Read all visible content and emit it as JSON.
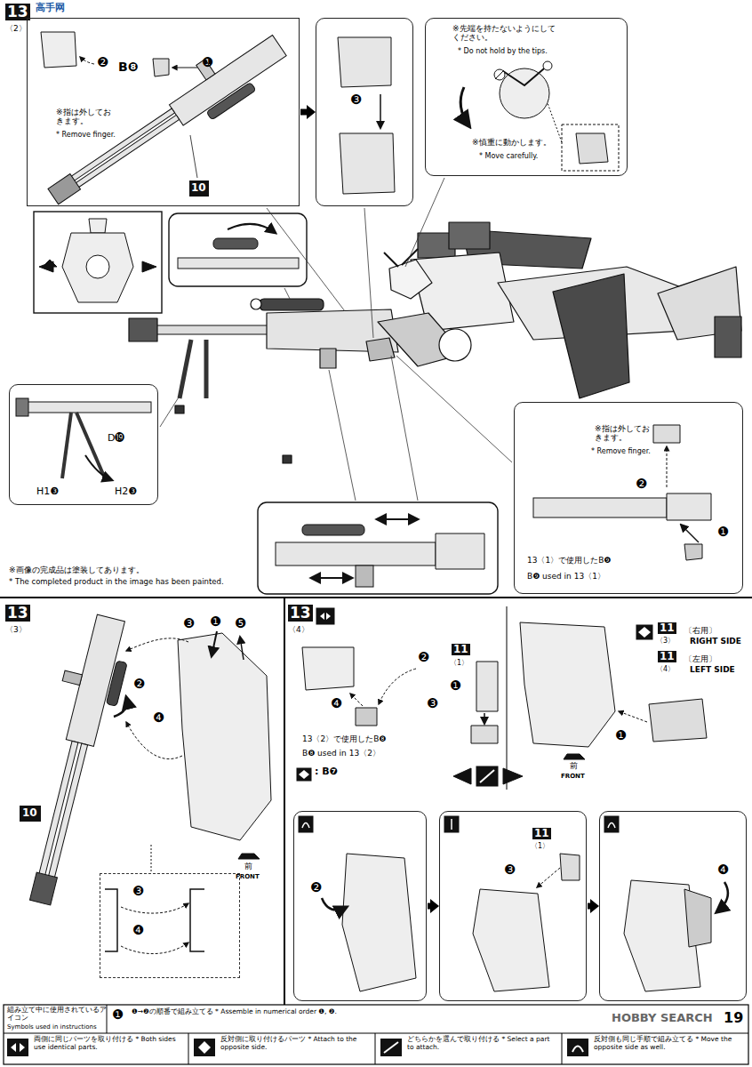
{
  "diagram": {
    "nodes": [
      {
        "text": [
          "13",
          "〈2〉"
        ]
      },
      {
        "text": [
          "❷",
          "B❽",
          "❶",
          "※指は外しておきます。",
          "* Remove finger."
        ]
      },
      {
        "text": [
          "10"
        ],
        "in": 1
      },
      {
        "text": [
          "❸"
        ]
      },
      {
        "text": [
          "※先端を持たないようにしてください。",
          "* Do not hold by the tips.",
          "※慎重に動かします。",
          "* Move carefully."
        ]
      },
      {
        "text": [
          "D⓳",
          "H1❸",
          "H2❸"
        ]
      },
      {
        "text": [
          "※指は外しておきます。",
          "* Remove finger.",
          "❷",
          "❶",
          "13〈1〉で使用したB❾",
          "B❾ used in 13〈1〉"
        ]
      },
      {
        "text": [
          "13",
          "〈3〉"
        ]
      },
      {
        "text": [
          "10"
        ]
      },
      {
        "text": [
          "❸",
          "❹"
        ]
      },
      {
        "text": [
          "前",
          "FRONT"
        ]
      },
      {
        "text": [
          "13",
          "〈4〉"
        ]
      },
      {
        "text": [
          "❷",
          "❶",
          "❸",
          "❹",
          "13〈2〉で使用したB❽",
          "B❽ used in 13〈2〉",
          ": B❼"
        ]
      },
      {
        "text": [
          "11",
          "〈1〉"
        ],
        "in": 12
      },
      {
        "text": [
          "〔右用〕",
          "RIGHT SIDE",
          "〔左用〕",
          "LEFT SIDE",
          "❶"
        ]
      },
      {
        "text": [
          "11",
          "〈3〉"
        ],
        "in": 14
      },
      {
        "text": [
          "11",
          "〈4〉"
        ],
        "in": 14
      },
      {
        "text": [
          "前",
          "FRONT"
        ],
        "in": 14
      },
      {
        "text": [
          "❷"
        ]
      },
      {
        "text": [
          "❸"
        ]
      },
      {
        "text": [
          "11",
          "〈1〉"
        ],
        "in": 19
      },
      {
        "text": [
          "❹"
        ]
      }
    ],
    "edges": [
      {
        "from": 1,
        "to": 3,
        "arrow": "to"
      },
      {
        "from": 18,
        "to": 19,
        "arrow": "to"
      },
      {
        "from": 19,
        "to": 21,
        "arrow": "to"
      }
    ],
    "labels": [
      "高手网",
      "※画像の完成品は塗装してあります。",
      "* The completed product in the image has been painted.",
      "❶",
      "❷",
      "❸",
      "❹",
      "❺",
      "組み立て中に使用されているアイコン",
      "Symbols used in instructions",
      "❶",
      "HOBBY SEARCH",
      "19"
    ],
    "legend": [
      {
        "text": "❶→❷の順番で組み立てる * Assemble in numerical order ❶, ❷."
      },
      {
        "text": "両側に同じパーツを取り付ける * Both sides use identical parts."
      },
      {
        "text": "反対側に取り付けるパーツ * Attach to the opposite side."
      },
      {
        "text": "どちらかを選んで取り付ける * Select a part to attach."
      },
      {
        "text": "反対側も同じ手順で組み立てる * Move the opposite side as well."
      }
    ]
  }
}
